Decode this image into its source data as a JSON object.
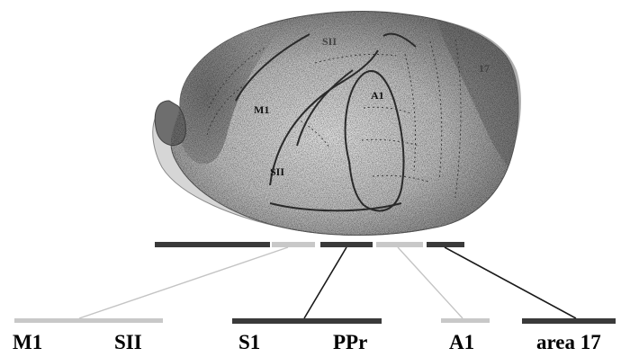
{
  "brain_labels": {
    "m1": "M1",
    "sii": "SII",
    "a1": "A1",
    "si_top": "SII",
    "area17_faint": "17"
  },
  "bottom_labels": {
    "m1": "M1",
    "sii": "SII",
    "s1": "S1",
    "ppr": "PPr",
    "a1": "A1",
    "area17": "area 17"
  },
  "colors": {
    "dark_bar": "#3a3a3a",
    "light_bar": "#c8c8c8",
    "brain_fill": "#bdbdbd",
    "brain_dark": "#5a5a5a",
    "brain_light": "#e2e2e2"
  }
}
